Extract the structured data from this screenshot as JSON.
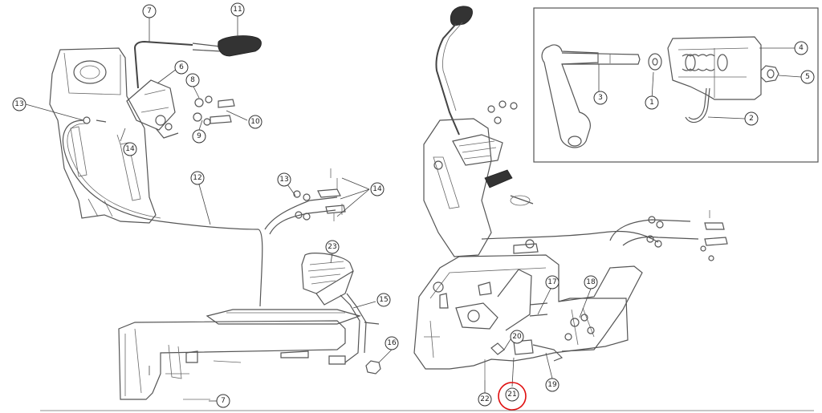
{
  "callouts": {
    "c1": "1",
    "c2": "2",
    "c3": "3",
    "c4": "4",
    "c5": "5",
    "c6": "6",
    "c7a": "7",
    "c7b": "7",
    "c8": "8",
    "c9": "9",
    "c10": "10",
    "c11": "11",
    "c12": "12",
    "c13a": "13",
    "c13b": "13",
    "c14a": "14",
    "c14b": "14",
    "c15": "15",
    "c16": "16",
    "c17": "17",
    "c18": "18",
    "c19": "19",
    "c20": "20",
    "c21": "21",
    "c22": "22",
    "c23": "23"
  },
  "colors": {
    "line": "#555555",
    "highlight": "#e01010",
    "background": "#ffffff"
  }
}
